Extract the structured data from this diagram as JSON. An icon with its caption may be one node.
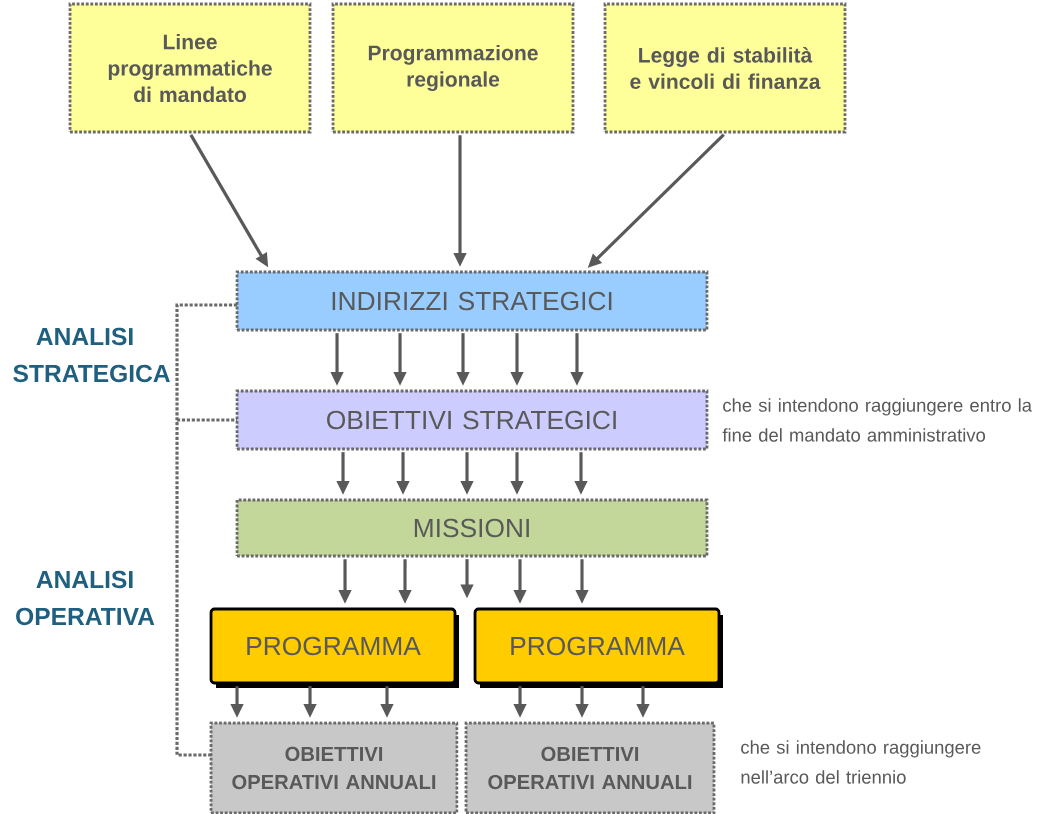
{
  "diagram": {
    "nodes": [
      {
        "text": [
          "Linee programmatiche di mandato"
        ]
      },
      {
        "text": [
          "Programmazione regionale"
        ]
      },
      {
        "text": [
          "Legge di stabilità e vincoli di finanza"
        ]
      },
      {
        "text": [
          "INDIRIZZI STRATEGICI"
        ]
      },
      {
        "text": [
          "OBIETTIVI STRATEGICI"
        ],
        "beside": [
          "che si intendono raggiungere entro la fine del mandato amministrativo"
        ]
      },
      {
        "text": [
          "MISSIONI"
        ]
      },
      {
        "text": [
          "PROGRAMMA"
        ]
      },
      {
        "text": [
          "PROGRAMMA"
        ]
      },
      {
        "text": [
          "OBIETTIVI OPERATIVI ANNUALI"
        ]
      },
      {
        "text": [
          "OBIETTIVI OPERATIVI ANNUALI"
        ],
        "beside": [
          "che si intendono raggiungere nell’arco del triennio"
        ]
      }
    ],
    "edges": [
      {
        "from": 0,
        "to": 3,
        "arrow": "to"
      },
      {
        "from": 1,
        "to": 3,
        "arrow": "to"
      },
      {
        "from": 2,
        "to": 3,
        "arrow": "to"
      },
      {
        "from": 3,
        "to": 4,
        "arrow": "to"
      },
      {
        "from": 3,
        "to": 4,
        "arrow": "to"
      },
      {
        "from": 3,
        "to": 4,
        "arrow": "to"
      },
      {
        "from": 3,
        "to": 4,
        "arrow": "to"
      },
      {
        "from": 3,
        "to": 4,
        "arrow": "to"
      },
      {
        "from": 4,
        "to": 5,
        "arrow": "to"
      },
      {
        "from": 4,
        "to": 5,
        "arrow": "to"
      },
      {
        "from": 4,
        "to": 5,
        "arrow": "to"
      },
      {
        "from": 4,
        "to": 5,
        "arrow": "to"
      },
      {
        "from": 4,
        "to": 5,
        "arrow": "to"
      },
      {
        "from": 5,
        "to": 6,
        "arrow": "to"
      },
      {
        "from": 5,
        "to": 6,
        "arrow": "to"
      },
      {
        "from": 5,
        "to": null,
        "arrow": "to"
      },
      {
        "from": 5,
        "to": 7,
        "arrow": "to"
      },
      {
        "from": 5,
        "to": 7,
        "arrow": "to"
      },
      {
        "from": 6,
        "to": 8,
        "arrow": "to"
      },
      {
        "from": 6,
        "to": 8,
        "arrow": "to"
      },
      {
        "from": 6,
        "to": 8,
        "arrow": "to"
      },
      {
        "from": 7,
        "to": 9,
        "arrow": "to"
      },
      {
        "from": 7,
        "to": 9,
        "arrow": "to"
      },
      {
        "from": 7,
        "to": 9,
        "arrow": "to"
      }
    ],
    "labels": [
      "ANALISI STRATEGICA",
      "ANALISI OPERATIVA"
    ]
  }
}
